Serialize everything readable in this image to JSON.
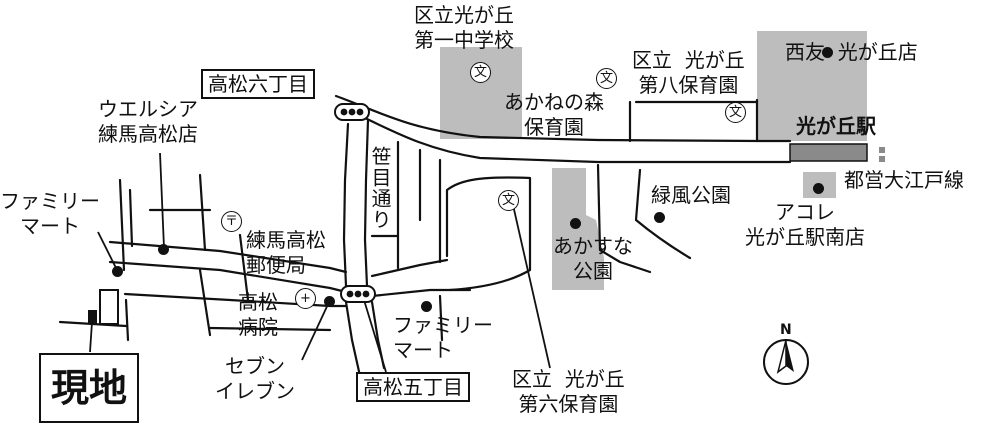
{
  "colors": {
    "road": "#111111",
    "background": "#ffffff",
    "facility_area": "#bdbdbd",
    "station": "#8a8a8a",
    "text": "#111111"
  },
  "labels": {
    "junior_high": "区立光が丘\n第一中学校",
    "takamatsu6": "高松六丁目",
    "takamatsu5": "高松五丁目",
    "welcia": "ウエルシア\n練馬高松店",
    "family_mart_west": "ファミリー\nマート",
    "family_mart_south": "ファミリー\nマート",
    "post_office": "練馬高松\n郵便局",
    "hospital": "高松\n病院",
    "seven_eleven": "セブン\nイレブン",
    "genchi": "現地",
    "kasai_street": "笹目通り",
    "akane_nursery": "あかねの森\n保育園",
    "hachiho_nursery": "区立  光が丘\n第八保育園",
    "nishitomo": "西友  光が丘店",
    "station": "光が丘駅",
    "oedo_line": "都営大江戸線",
    "ryokufu_park": "緑風公園",
    "akasuna_park": "あかすな\n公園",
    "acore": "アコレ\n光が丘駅南店",
    "rokuho_nursery": "区立  光が丘\n第六保育園",
    "north": "N"
  },
  "icons": {
    "school": "文",
    "post_office": "〒",
    "hospital": "+",
    "traffic_signal": "traffic-signal-icon",
    "north_arrow": "north-arrow-icon",
    "store_marker": "store-dot-icon"
  }
}
